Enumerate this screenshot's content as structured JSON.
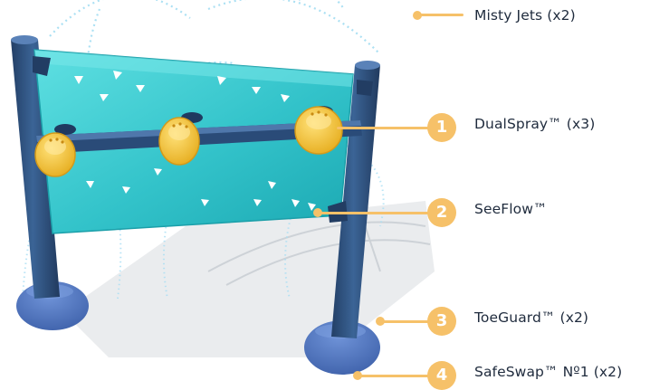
{
  "product": {
    "features": [
      {
        "number": "",
        "label": "Misty Jets (x2)"
      },
      {
        "number": "1",
        "label": "DualSpray™ (x3)"
      },
      {
        "number": "2",
        "label": "SeeFlow™"
      },
      {
        "number": "3",
        "label": "ToeGuard™ (x2)"
      },
      {
        "number": "4",
        "label": "SafeSwap™ Nº1 (x2)"
      }
    ]
  },
  "colors": {
    "accent": "#f6c169",
    "post": "#2f5583",
    "panel": "#3fc9cf",
    "nozzle": "#f2c43c",
    "text": "#1f2b3d"
  }
}
